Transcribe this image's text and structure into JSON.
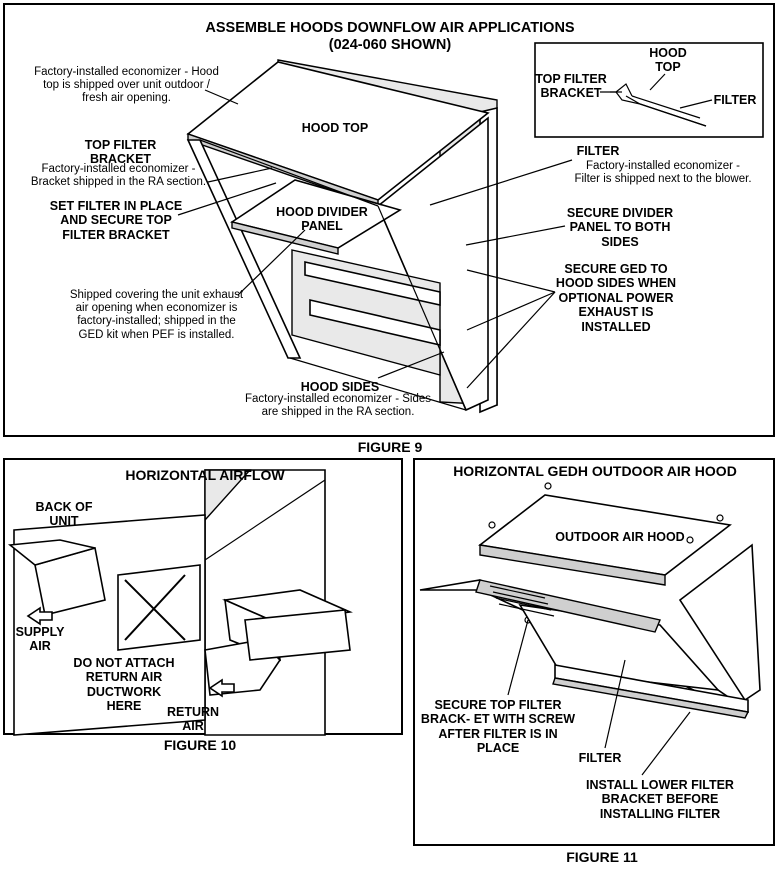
{
  "fig9": {
    "title": "ASSEMBLE HOODS DOWNFLOW AIR APPLICATIONS",
    "subtitle": "(024-060 SHOWN)",
    "note_hood_top": "Factory-installed economizer - Hood top is shipped over unit outdoor / fresh air opening.",
    "top_filter_bracket_label": "TOP FILTER BRACKET",
    "top_filter_bracket_note": "Factory-installed economizer - Bracket shipped in the RA section.",
    "set_filter_label": "SET FILTER IN PLACE AND SECURE TOP FILTER BRACKET",
    "ged_note": "Shipped covering the unit exhaust air opening when economizer is factory-installed; shipped in the GED kit when PEF is installed.",
    "hood_top": "HOOD TOP",
    "hood_divider": "HOOD DIVIDER PANEL",
    "inset_hood_top": "HOOD TOP",
    "inset_top_filter_bracket": "TOP FILTER BRACKET",
    "inset_filter": "FILTER",
    "filter_label": "FILTER",
    "filter_note": "Factory-installed economizer - Filter is shipped next to the blower.",
    "secure_divider": "SECURE DIVIDER PANEL TO BOTH SIDES",
    "secure_ged": "SECURE GED TO HOOD SIDES WHEN OPTIONAL POWER EXHAUST IS INSTALLED",
    "hood_sides": "HOOD SIDES",
    "hood_sides_note": "Factory-installed economizer - Sides are shipped in the RA section.",
    "caption": "FIGURE 9"
  },
  "fig10": {
    "title": "HORIZONTAL AIRFLOW",
    "back_of_unit": "BACK OF UNIT",
    "supply_air": "SUPPLY AIR",
    "do_not_attach": "DO NOT ATTACH RETURN AIR DUCTWORK HERE",
    "return_air": "RETURN AIR",
    "caption": "FIGURE 10"
  },
  "fig11": {
    "title": "HORIZONTAL GEDH OUTDOOR AIR HOOD",
    "outdoor_air_hood": "OUTDOOR AIR HOOD",
    "secure_top_bracket": "SECURE TOP FILTER BRACK- ET WITH SCREW AFTER FILTER IS IN PLACE",
    "filter": "FILTER",
    "install_lower": "INSTALL LOWER FILTER BRACKET BEFORE INSTALLING FILTER",
    "caption": "FIGURE 11"
  }
}
